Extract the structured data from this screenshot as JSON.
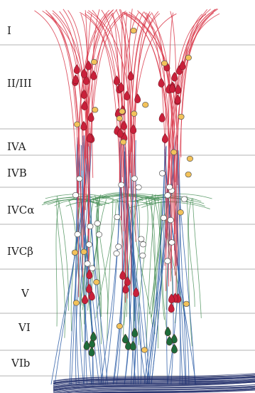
{
  "layers": [
    {
      "label": "I"
    },
    {
      "label": "II/III"
    },
    {
      "label": "IVA"
    },
    {
      "label": "IVB"
    },
    {
      "label": "IVCα"
    },
    {
      "label": "IVCβ"
    },
    {
      "label": "V"
    },
    {
      "label": "VI"
    },
    {
      "label": "VIb"
    }
  ],
  "cell_types": [
    {
      "type": "pyramidal-red",
      "color": "#c8203a"
    },
    {
      "type": "pyramidal-green",
      "color": "#1e6b3a"
    },
    {
      "type": "granule-yellow",
      "color": "#f3c25a"
    },
    {
      "type": "granule-white",
      "color": "#ffffff"
    }
  ],
  "fiber_colors": {
    "red": "#d9384a",
    "blue": "#2f5fa8",
    "green": "#3e8a4f",
    "navy": "#27336e"
  }
}
